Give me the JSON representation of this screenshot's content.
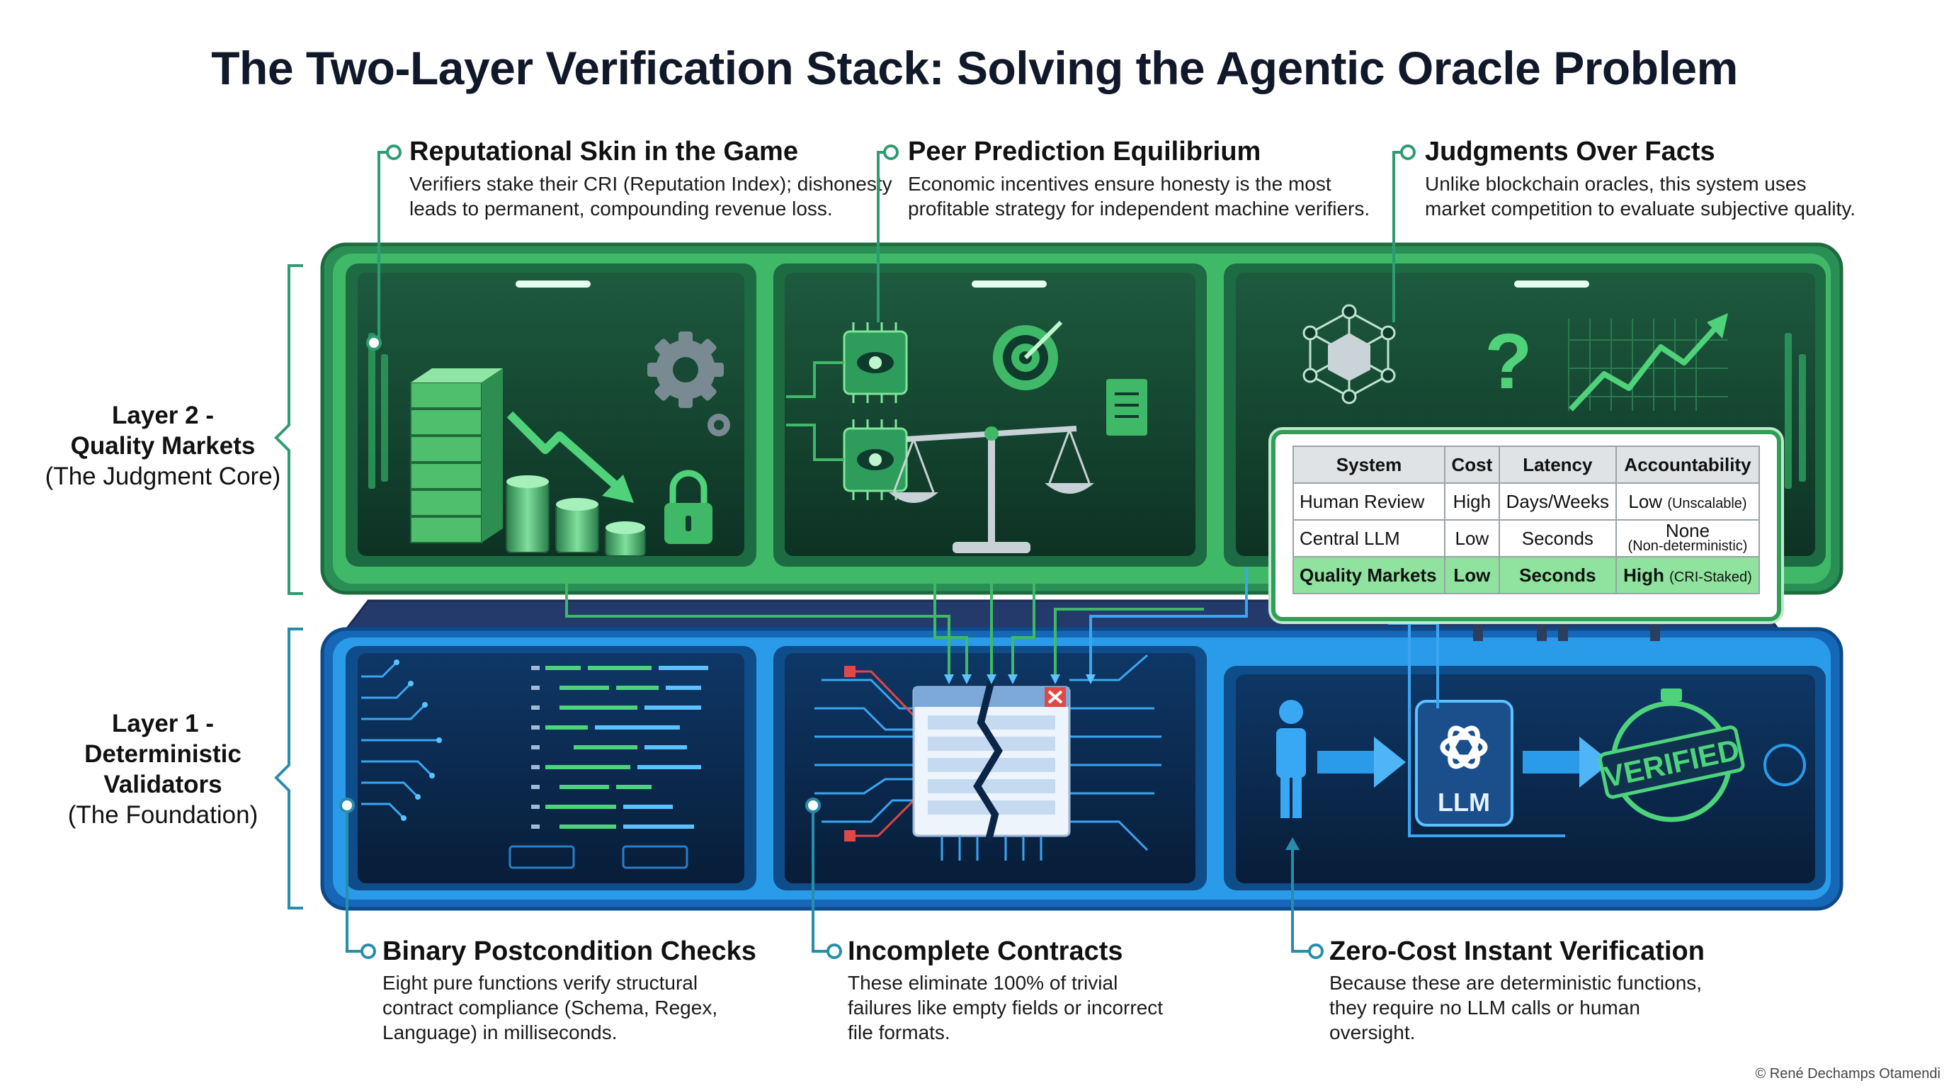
{
  "title": "The Two-Layer Verification Stack: Solving the Agentic Oracle Problem",
  "layers": {
    "layer2": {
      "name": "Layer 2 -",
      "name2": "Quality Markets",
      "subtitle": "(The Judgment Core)"
    },
    "layer1": {
      "name": "Layer 1 -",
      "name2": "Deterministic",
      "name3": "Validators",
      "subtitle": "(The Foundation)"
    }
  },
  "callouts_top": [
    {
      "title": "Reputational Skin in the Game",
      "line1": "Verifiers stake their CRI (Reputation Index); dishonesty",
      "line2": "leads to permanent, compounding revenue loss."
    },
    {
      "title": "Peer Prediction Equilibrium",
      "line1": "Economic incentives ensure honesty is the most",
      "line2": "profitable strategy for independent machine verifiers."
    },
    {
      "title": "Judgments Over Facts",
      "line1": "Unlike blockchain oracles, this system uses",
      "line2": "market competition to evaluate subjective quality."
    }
  ],
  "callouts_bottom": [
    {
      "title": "Binary Postcondition Checks",
      "line1": "Eight pure functions verify structural",
      "line2": "contract compliance (Schema, Regex,",
      "line3": "Language) in milliseconds."
    },
    {
      "title": "Incomplete Contracts",
      "line1": "These eliminate 100% of trivial",
      "line2": "failures like empty fields or incorrect",
      "line3": "file formats."
    },
    {
      "title": "Zero-Cost Instant Verification",
      "line1": "Because these are deterministic functions,",
      "line2": "they require no LLM calls or human",
      "line3": "oversight."
    }
  ],
  "comparison_table": {
    "headers": [
      "System",
      "Cost",
      "Latency",
      "Accountability"
    ],
    "rows": [
      {
        "system": "Human Review",
        "cost": "High",
        "latency": "Days/Weeks",
        "acc": "Low",
        "acc_note": "(Unscalable)"
      },
      {
        "system": "Central LLM",
        "cost": "Low",
        "latency": "Seconds",
        "acc": "None",
        "acc_note": "(Non-deterministic)"
      },
      {
        "system": "Quality Markets",
        "cost": "Low",
        "latency": "Seconds",
        "acc": "High",
        "acc_note": "(CRI-Staked)"
      }
    ]
  },
  "icons": {
    "question": "?",
    "llm_label": "LLM",
    "verified_stamp": "VERIFIED"
  },
  "colors": {
    "green_frame": "#2fb865",
    "green_dark": "#0f3b2c",
    "blue_frame": "#1f8fe6",
    "blue_dark": "#0b2546",
    "table_highlight": "#8fe39e"
  },
  "copyright": "© René Dechamps Otamendi"
}
